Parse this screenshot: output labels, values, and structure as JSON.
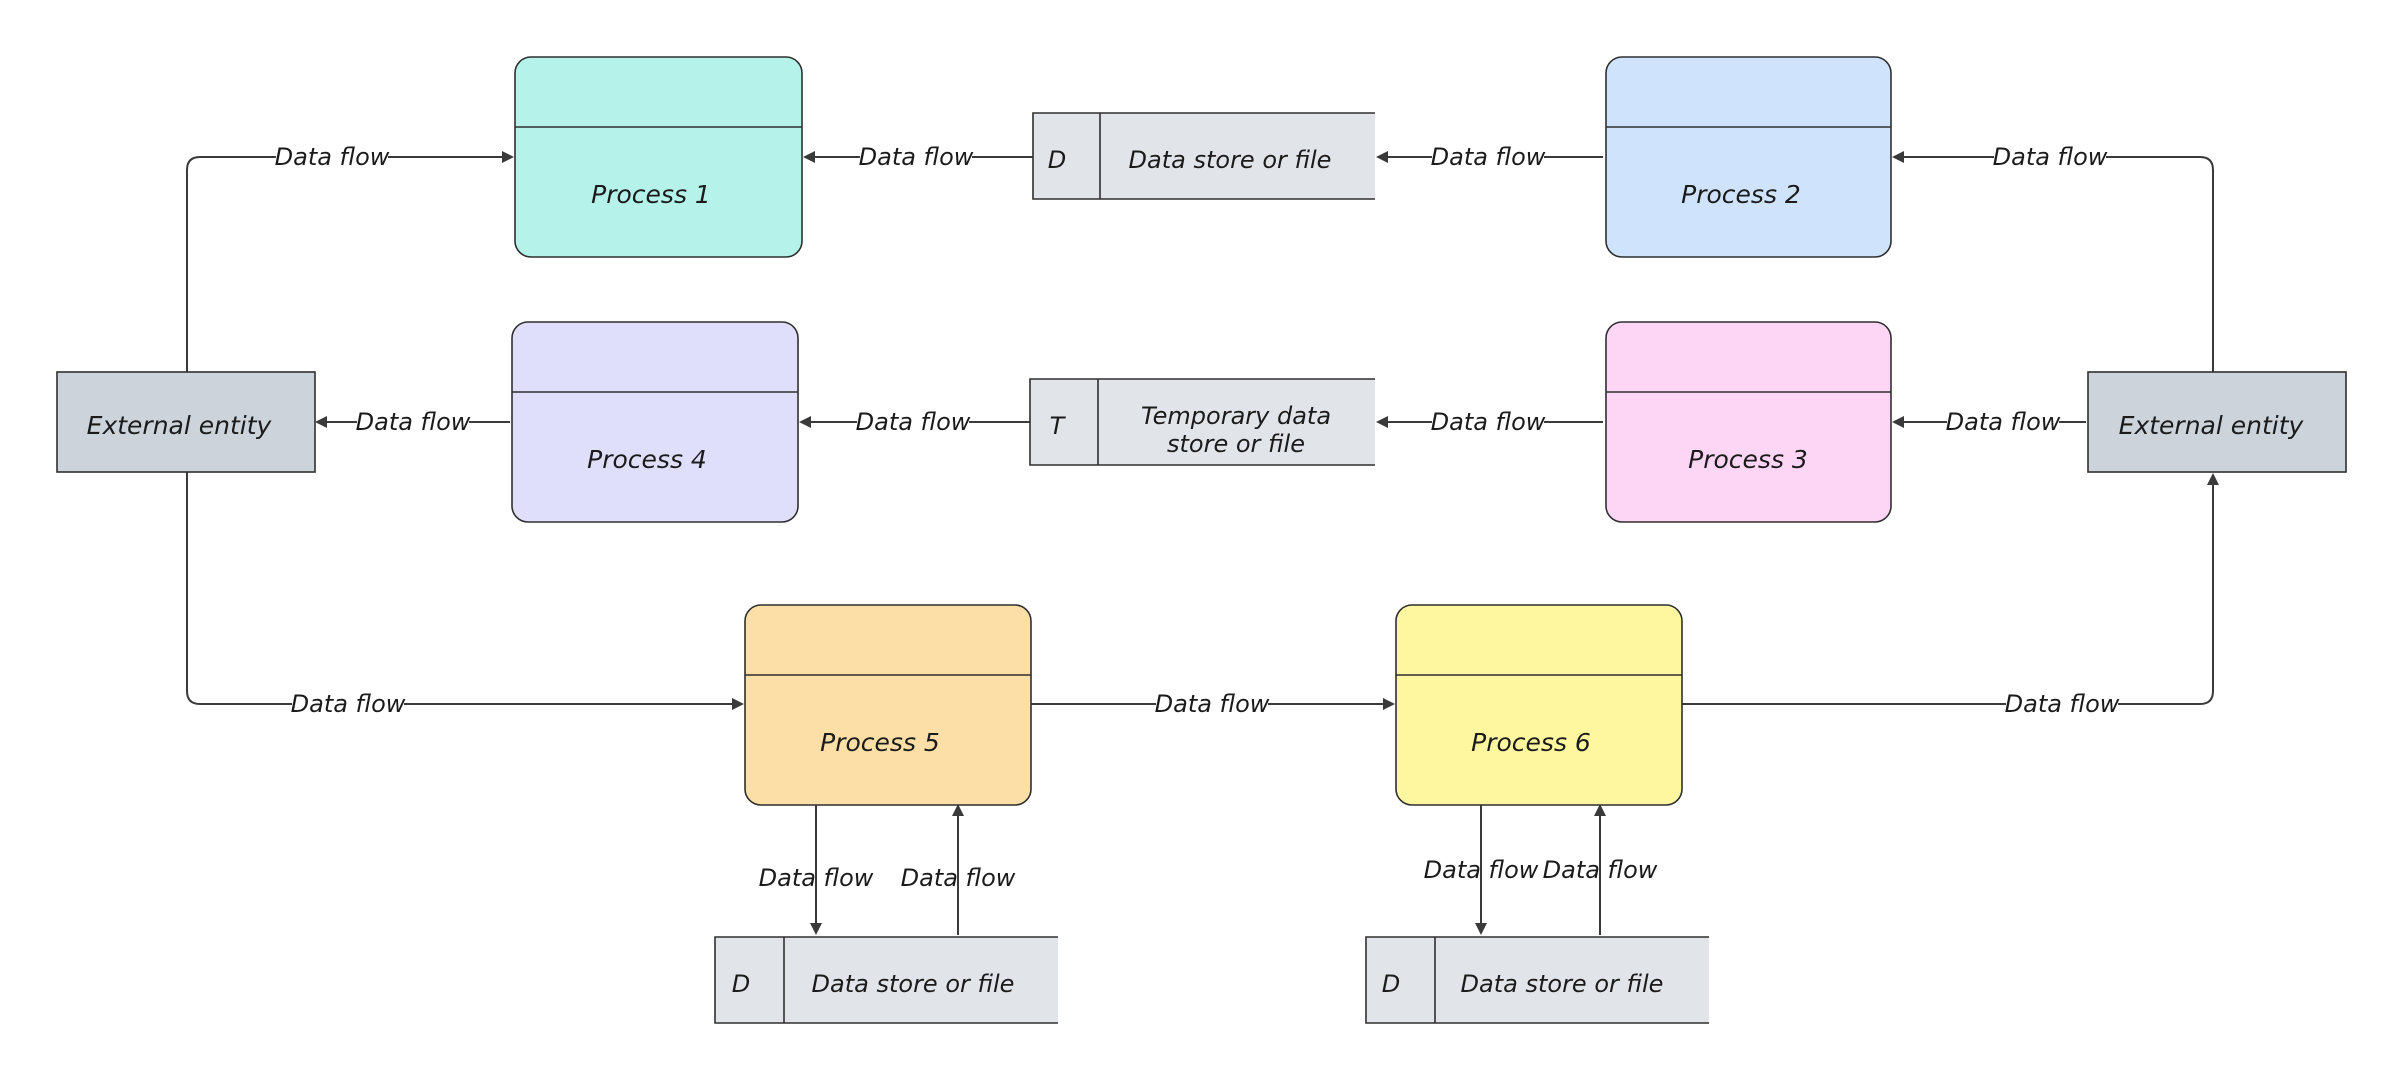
{
  "colors": {
    "process_1": "#b5f3ea",
    "process_2": "#cfe3fc",
    "process_3": "#fdd6f5",
    "process_4": "#dfdffc",
    "process_5": "#fcdfa6",
    "process_6": "#fef7a0",
    "entity": "#ccd3db",
    "store": "#e1e4e8",
    "line": "#3a3a3a"
  },
  "processes": {
    "p1": "Process 1",
    "p2": "Process 2",
    "p3": "Process 3",
    "p4": "Process 4",
    "p5": "Process 5",
    "p6": "Process 6"
  },
  "entities": {
    "left": "External entity",
    "right": "External entity"
  },
  "stores": {
    "top": {
      "id": "D",
      "label": "Data store or file"
    },
    "middle": {
      "id": "T",
      "label_line1": "Temporary data",
      "label_line2": "store or file"
    },
    "bottom_left": {
      "id": "D",
      "label": "Data store or file"
    },
    "bottom_right": {
      "id": "D",
      "label": "Data store or file"
    }
  },
  "flows": {
    "entity_left_to_p1": "Data flow",
    "store_top_to_p1": "Data flow",
    "p2_to_store_top": "Data flow",
    "entity_right_to_p2": "Data flow",
    "p4_to_entity_left": "Data flow",
    "store_middle_to_p4": "Data flow",
    "p3_to_store_middle": "Data flow",
    "entity_right_to_p3": "Data flow",
    "entity_left_to_p5": "Data flow",
    "p5_to_p6": "Data flow",
    "p6_to_entity_right": "Data flow",
    "p5_to_store": "Data flow",
    "store_to_p5": "Data flow",
    "p6_to_store_a": "Data flow",
    "p6_to_store_b": "Data  flow"
  }
}
